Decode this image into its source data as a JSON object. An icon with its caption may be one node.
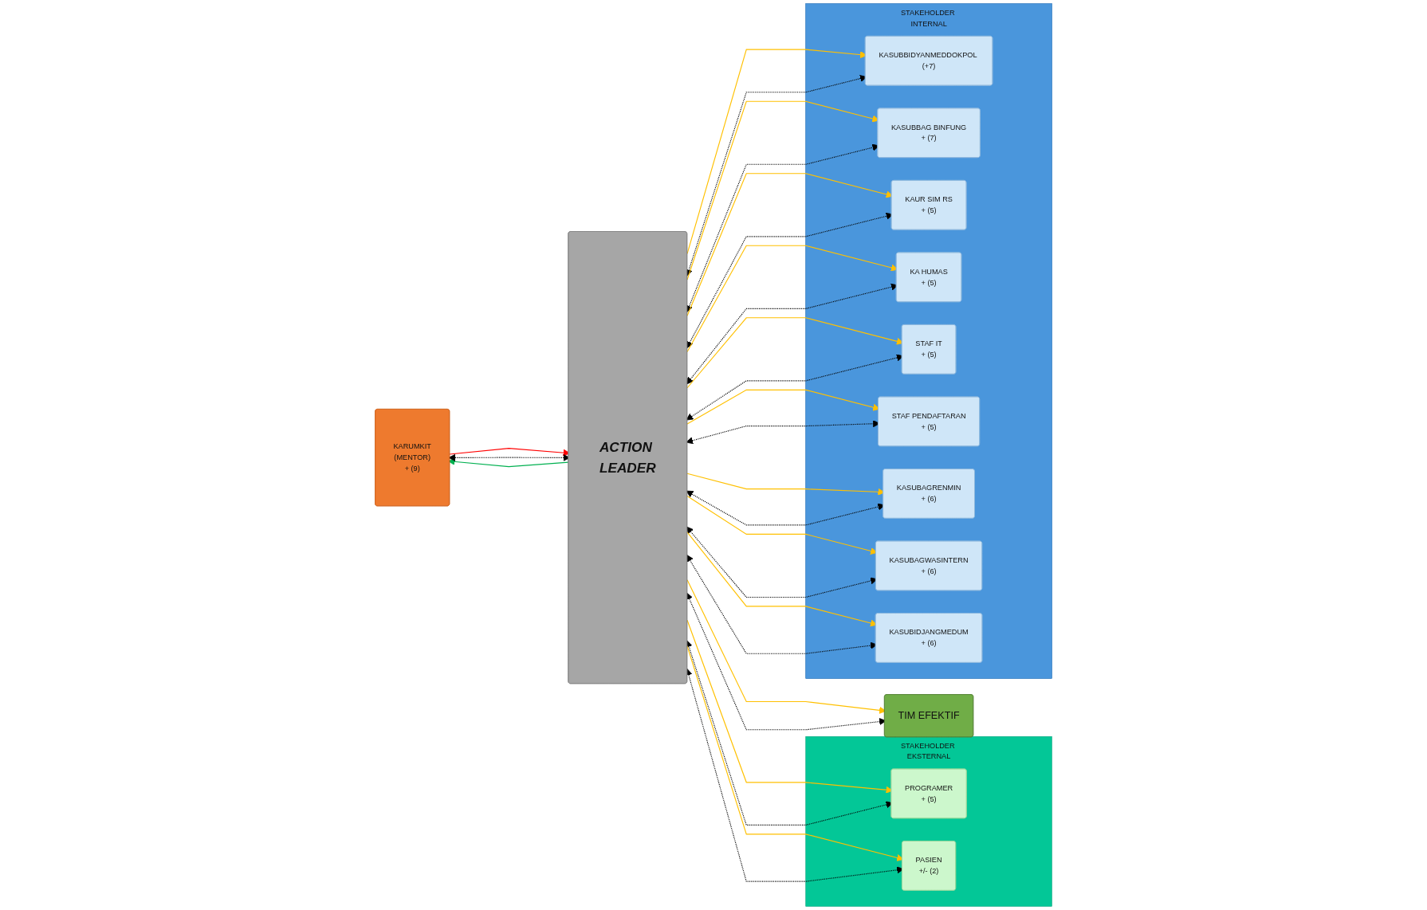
{
  "diagram": {
    "nodes": [
      {
        "text": [
          "STAKEHOLDER EKSTERNAL"
        ]
      },
      {
        "text": [
          "PROGRAMER",
          "+ (5)"
        ],
        "in": 0
      },
      {
        "text": [
          "PASIEN",
          "+/- (2)"
        ],
        "in": 0
      },
      {
        "text": [
          "KARUMKIT",
          "(MENTOR)",
          "+ (9)"
        ]
      },
      {
        "text": [
          "ACTION LEADER"
        ]
      },
      {
        "text": [
          "TIM EFEKTIF"
        ]
      },
      {
        "text": [
          "STAKEHOLDER INTERNAL"
        ]
      },
      {
        "text": [
          "KASUBBIDYANMEDDOKPOL (+7)"
        ],
        "in": 6
      },
      {
        "text": [
          "KASUBBAG BINFUNG",
          "+ (7)"
        ],
        "in": 6
      },
      {
        "text": [
          "KAUR SIM RS",
          "+ (5)"
        ],
        "in": 6
      },
      {
        "text": [
          "KA HUMAS",
          "+ (5)"
        ],
        "in": 6
      },
      {
        "text": [
          "STAF IT",
          "+ (5)"
        ],
        "in": 6
      },
      {
        "text": [
          "STAF PENDAFTARAN",
          "+ (5)"
        ],
        "in": 6
      },
      {
        "text": [
          "KASUBAGRENMIN",
          "+ (6)"
        ],
        "in": 6
      },
      {
        "text": [
          "KASUBAGWASINTERN",
          "+ (6)"
        ],
        "in": 6
      },
      {
        "text": [
          "KASUBIDJANGMEDUM",
          "+ (6)"
        ],
        "in": 6
      }
    ],
    "edges": [
      {
        "from": 3,
        "to": 4,
        "arrow": "to",
        "color": "#ff0000"
      },
      {
        "from": 4,
        "to": 3,
        "arrow": "to",
        "color": "#00b050"
      },
      {
        "from": 3,
        "to": 4,
        "arrow": "both",
        "style": "dashed"
      },
      {
        "from": 4,
        "to": 1,
        "arrow": "to",
        "color": "#ffc000"
      },
      {
        "from": 4,
        "to": 1,
        "arrow": "both",
        "style": "dashed"
      },
      {
        "from": 4,
        "to": 2,
        "arrow": "to",
        "color": "#ffc000"
      },
      {
        "from": 4,
        "to": 2,
        "arrow": "both",
        "style": "dashed"
      },
      {
        "from": 4,
        "to": 5,
        "arrow": "to",
        "color": "#ffc000"
      },
      {
        "from": 4,
        "to": 5,
        "arrow": "both",
        "style": "dashed"
      },
      {
        "from": 4,
        "to": 7,
        "arrow": "to",
        "color": "#ffc000"
      },
      {
        "from": 4,
        "to": 7,
        "arrow": "both",
        "style": "dashed"
      },
      {
        "from": 4,
        "to": 8,
        "arrow": "to",
        "color": "#ffc000"
      },
      {
        "from": 4,
        "to": 8,
        "arrow": "both",
        "style": "dashed"
      },
      {
        "from": 4,
        "to": 9,
        "arrow": "to",
        "color": "#ffc000"
      },
      {
        "from": 4,
        "to": 9,
        "arrow": "both",
        "style": "dashed"
      },
      {
        "from": 4,
        "to": 10,
        "arrow": "to",
        "color": "#ffc000"
      },
      {
        "from": 4,
        "to": 10,
        "arrow": "both",
        "style": "dashed"
      },
      {
        "from": 4,
        "to": 11,
        "arrow": "to",
        "color": "#ffc000"
      },
      {
        "from": 4,
        "to": 11,
        "arrow": "both",
        "style": "dashed"
      },
      {
        "from": 4,
        "to": 12,
        "arrow": "to",
        "color": "#ffc000"
      },
      {
        "from": 4,
        "to": 12,
        "arrow": "both",
        "style": "dashed"
      },
      {
        "from": 4,
        "to": 13,
        "arrow": "to",
        "color": "#ffc000"
      },
      {
        "from": 4,
        "to": 13,
        "arrow": "both",
        "style": "dashed"
      },
      {
        "from": 4,
        "to": 14,
        "arrow": "to",
        "color": "#ffc000"
      },
      {
        "from": 4,
        "to": 14,
        "arrow": "both",
        "style": "dashed"
      },
      {
        "from": 4,
        "to": 15,
        "arrow": "to",
        "color": "#ffc000"
      },
      {
        "from": 4,
        "to": 15,
        "arrow": "both",
        "style": "dashed"
      }
    ]
  }
}
